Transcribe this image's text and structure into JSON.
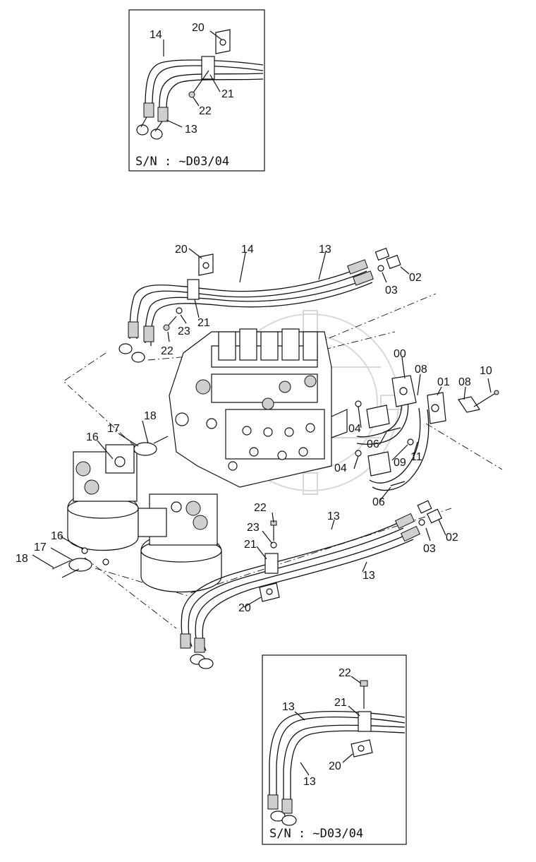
{
  "inset_top": {
    "serial_label": "S/N : ~D03/04",
    "callouts": {
      "c14": "14",
      "c20": "20",
      "c21": "21",
      "c22": "22",
      "c13": "13"
    }
  },
  "main": {
    "callouts": {
      "c20": "20",
      "c14": "14",
      "c13a": "13",
      "c02a": "02",
      "c03a": "03",
      "c23a": "23",
      "c21a": "21",
      "c22a": "22",
      "c00": "00",
      "c08a": "08",
      "c01": "01",
      "c08b": "08",
      "c10": "10",
      "c18a": "18",
      "c17a": "17",
      "c16a": "16",
      "c04a": "04",
      "c06a": "06",
      "c04b": "04",
      "c09": "09",
      "c11": "11",
      "c06b": "06",
      "c22b": "22",
      "c23b": "23",
      "c21b": "21",
      "c13b": "13",
      "c13c": "13",
      "c03b": "03",
      "c02b": "02",
      "c20b": "20",
      "c16b": "16",
      "c17b": "17",
      "c18b": "18"
    }
  },
  "inset_bottom": {
    "serial_label": "S/N : ~D03/04",
    "callouts": {
      "c22": "22",
      "c13a": "13",
      "c21": "21",
      "c20": "20",
      "c13b": "13"
    }
  }
}
